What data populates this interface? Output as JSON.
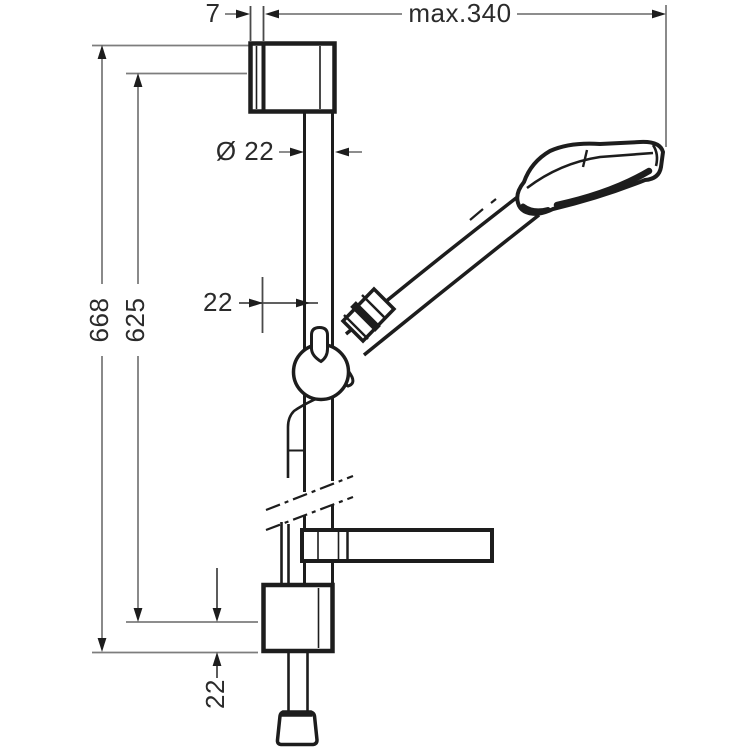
{
  "diagram": {
    "title": "shower-set-dimension-drawing",
    "labels": {
      "wall_offset": "7",
      "max_width": "max.340",
      "bar_diameter": "Ø 22",
      "slider_depth": "22",
      "total_height": "668",
      "bar_height": "625",
      "bottom_depth": "22"
    },
    "colors": {
      "line": "#1d1d1d",
      "dimension_line": "#7d7d7d",
      "leader_line": "#4a4a4a",
      "text": "#2b2b2b",
      "background": "#ffffff"
    }
  }
}
